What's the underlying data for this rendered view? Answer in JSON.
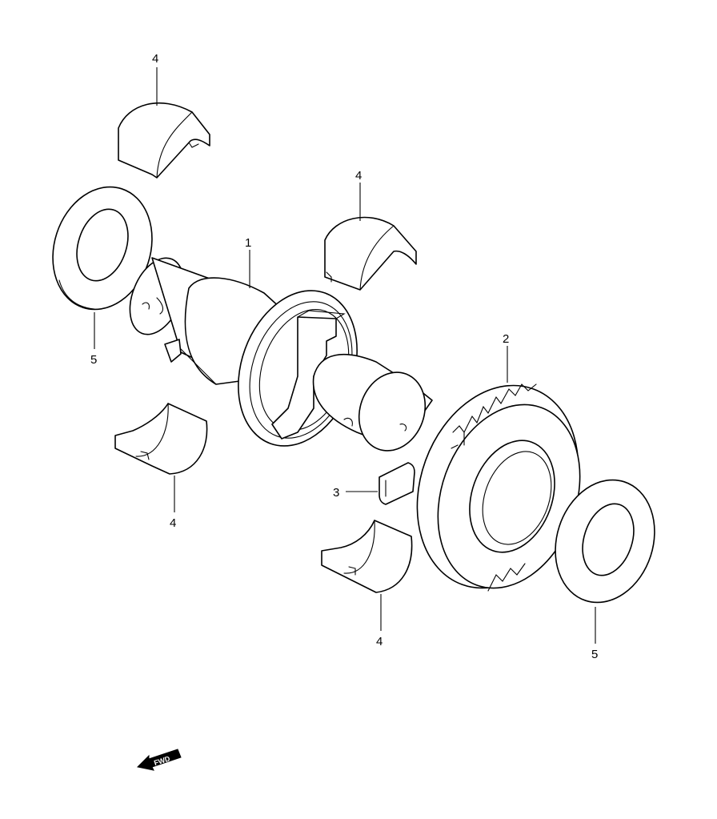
{
  "callouts": {
    "shaft": "1",
    "gear": "2",
    "key": "3",
    "bearing_top_left": "4",
    "bearing_top_right": "4",
    "bearing_bottom_left": "4",
    "bearing_bottom_center": "4",
    "washer_left": "5",
    "washer_right": "5"
  },
  "fwd_label": "FWD",
  "colors": {
    "line": "#000000",
    "background": "#ffffff"
  }
}
